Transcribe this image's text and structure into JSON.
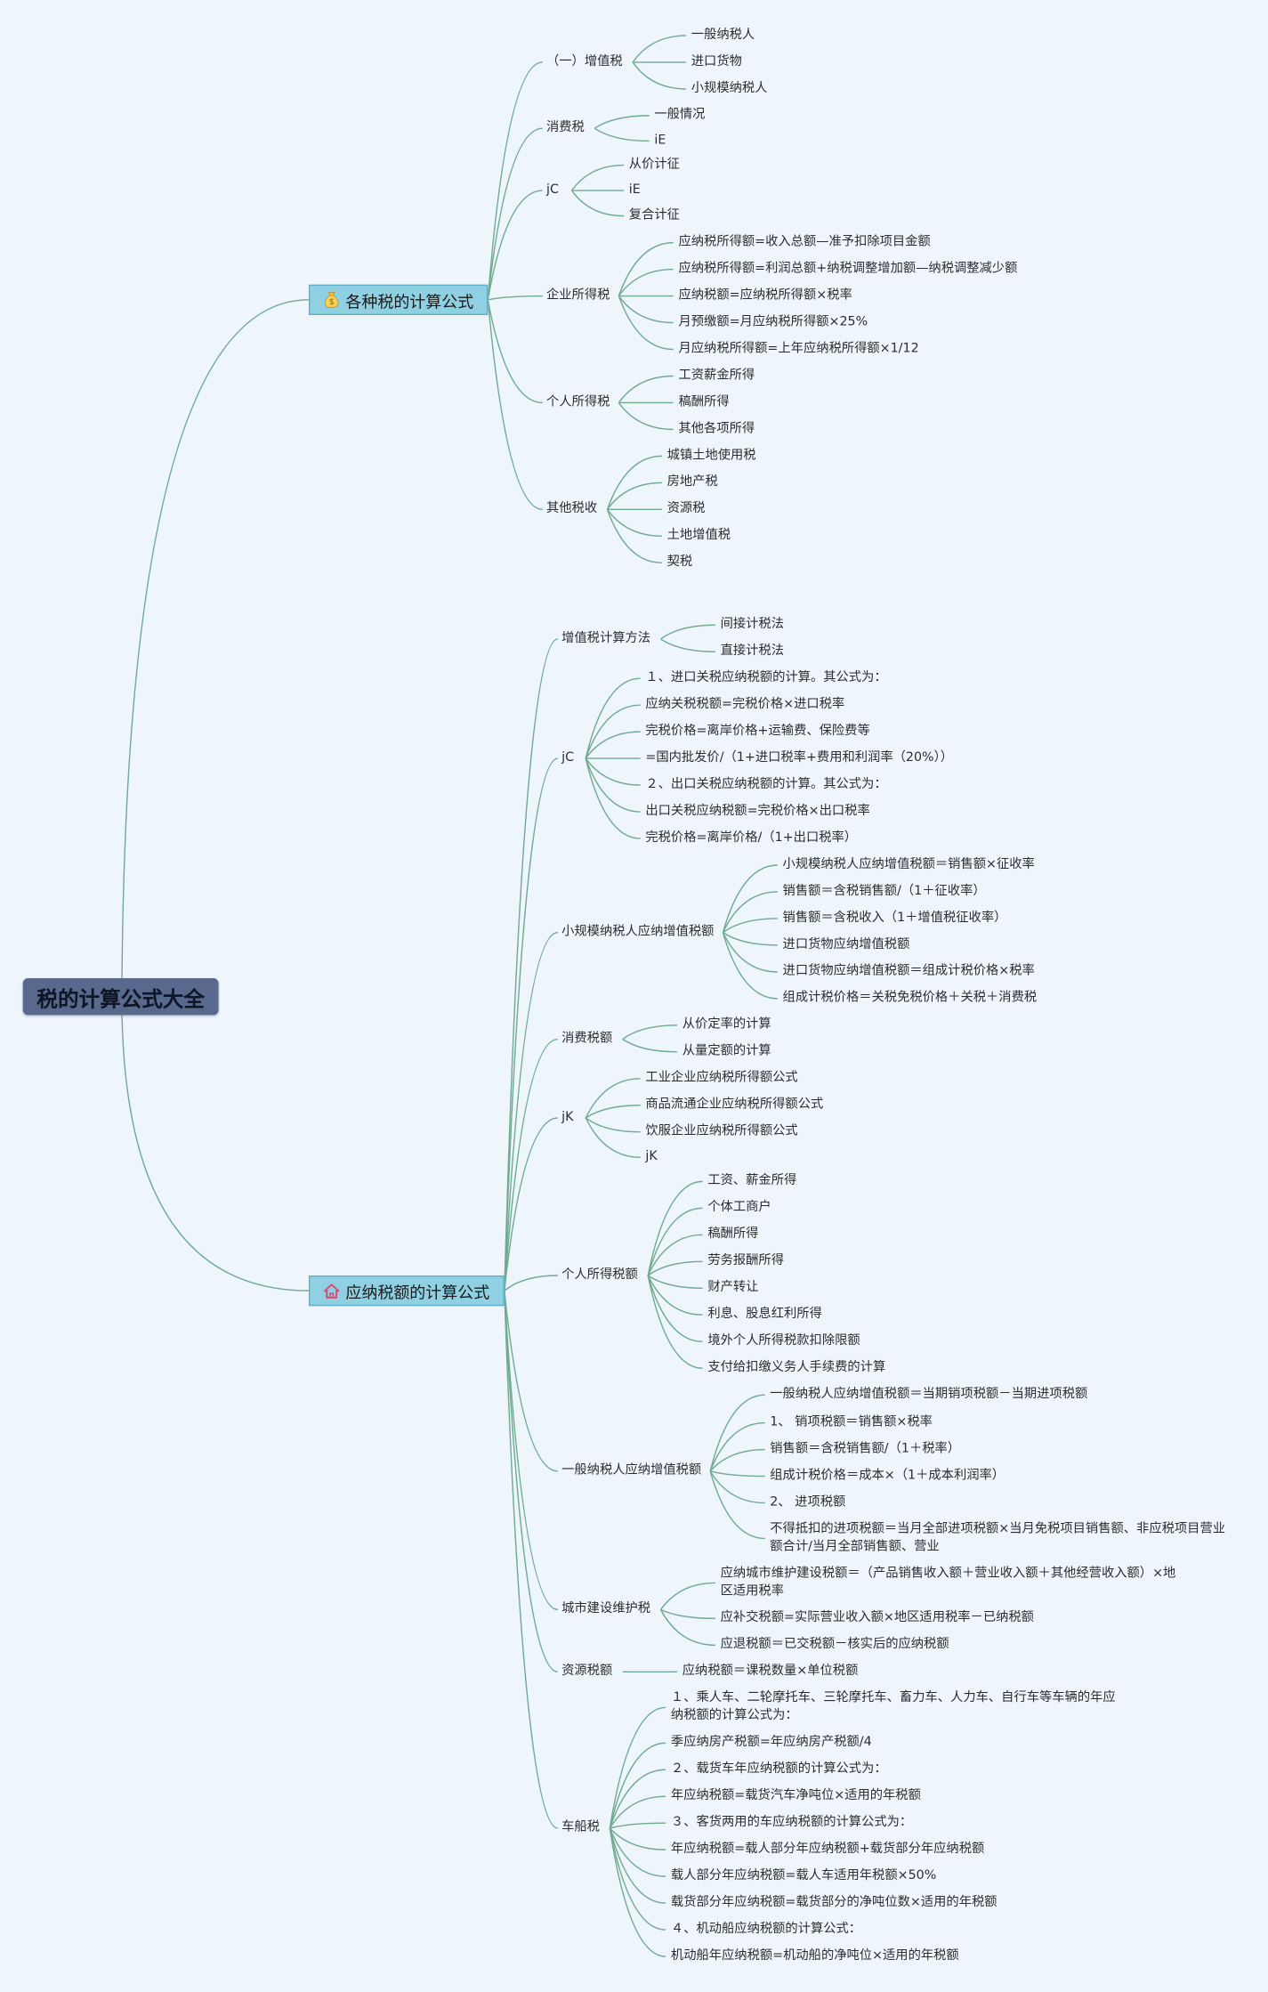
{
  "colors": {
    "background": "#eef6fc",
    "connector": "#70aa90",
    "root_fill": "#58698d",
    "root_text": "#0f1626",
    "branch_fill": "#8fd1e3",
    "branch_border": "#5fb0c8",
    "text": "#2c2c2c"
  },
  "root": {
    "label": "税的计算公式大全"
  },
  "branches": [
    {
      "label": "各种税的计算公式",
      "icon": "money-bag-icon",
      "topics": [
        {
          "label": "（一）增值税",
          "children": [
            "一般纳税人",
            "进口货物",
            "小规模纳税人"
          ]
        },
        {
          "label": "消费税",
          "children": [
            "一般情况",
            "iE"
          ]
        },
        {
          "label": "jC",
          "children": [
            "从价计征",
            "iE",
            "复合计征"
          ]
        },
        {
          "label": "企业所得税",
          "children": [
            "应纳税所得额=收入总额—准予扣除项目金额",
            "应纳税所得额=利润总额+纳税调整增加额—纳税调整减少额",
            "应纳税额=应纳税所得额×税率",
            "月预缴额=月应纳税所得额×25%",
            "月应纳税所得额=上年应纳税所得额×1/12"
          ]
        },
        {
          "label": "个人所得税",
          "children": [
            "工资薪金所得",
            "稿酬所得",
            "其他各项所得"
          ]
        },
        {
          "label": "其他税收",
          "children": [
            "城镇土地使用税",
            "房地产税",
            "资源税",
            "土地增值税",
            "契税"
          ]
        }
      ]
    },
    {
      "label": "应纳税额的计算公式",
      "icon": "house-icon",
      "topics": [
        {
          "label": "增值税计算方法",
          "children": [
            "间接计税法",
            "直接计税法"
          ]
        },
        {
          "label": "jC",
          "children": [
            "１、进口关税应纳税额的计算。其公式为：",
            "应纳关税税额=完税价格×进口税率",
            "完税价格=离岸价格+运输费、保险费等",
            "=国内批发价/（1+进口税率+费用和利润率（20%））",
            "２、出口关税应纳税额的计算。其公式为：",
            "出口关税应纳税额=完税价格×出口税率",
            "完税价格=离岸价格/（1+出口税率）"
          ]
        },
        {
          "label": "小规模纳税人应纳增值税额",
          "children": [
            "小规模纳税人应纳增值税额＝销售额×征收率",
            "销售额＝含税销售额/（1＋征收率）",
            "销售额＝含税收入（1＋增值税征收率）",
            "进口货物应纳增值税额",
            "进口货物应纳增值税额＝组成计税价格×税率",
            "组成计税价格＝关税免税价格＋关税＋消费税"
          ]
        },
        {
          "label": "消费税额",
          "children": [
            "从价定率的计算",
            "从量定额的计算"
          ]
        },
        {
          "label": "jK",
          "children": [
            "工业企业应纳税所得额公式",
            "商品流通企业应纳税所得额公式",
            "饮服企业应纳税所得额公式",
            "jK"
          ]
        },
        {
          "label": "个人所得税额",
          "children": [
            "工资、薪金所得",
            "个体工商户",
            "稿酬所得",
            "劳务报酬所得",
            "财产转让",
            "利息、股息红利所得",
            "境外个人所得税款扣除限额",
            "支付给扣缴义务人手续费的计算"
          ]
        },
        {
          "label": "一般纳税人应纳增值税额",
          "children": [
            "一般纳税人应纳增值税额＝当期销项税额－当期进项税额",
            "1、 销项税额＝销售额×税率",
            "销售额＝含税销售额/（1＋税率）",
            "组成计税价格＝成本×（1＋成本利润率）",
            "2、 进项税额",
            "不得抵扣的进项税额＝当月全部进项税额×当月免税项目销售额、非应税项目营业额合计/当月全部销售额、营业"
          ]
        },
        {
          "label": "城市建设维护税",
          "children": [
            "应纳城市维护建设税额＝（产品销售收入额＋营业收入额＋其他经营收入额）×地区适用税率",
            "应补交税额=实际营业收入额×地区适用税率－已纳税额",
            "应退税额＝已交税额－核实后的应纳税额"
          ]
        },
        {
          "label": "资源税额",
          "children": [
            "应纳税额＝课税数量×单位税额"
          ]
        },
        {
          "label": "车船税",
          "children": [
            "１、乘人车、二轮摩托车、三轮摩托车、畜力车、人力车、自行车等车辆的年应纳税额的计算公式为：",
            "季应纳房产税额=年应纳房产税额/4",
            "２、载货车年应纳税额的计算公式为：",
            "年应纳税额=载货汽车净吨位×适用的年税额",
            "３、客货两用的车应纳税额的计算公式为：",
            "年应纳税额=载人部分年应纳税额+载货部分年应纳税额",
            "载人部分年应纳税额=载人车适用年税额×50%",
            "载货部分年应纳税额=载货部分的净吨位数×适用的年税额",
            "４、机动船应纳税额的计算公式：",
            "机动船年应纳税额=机动船的净吨位×适用的年税额"
          ]
        }
      ]
    }
  ]
}
